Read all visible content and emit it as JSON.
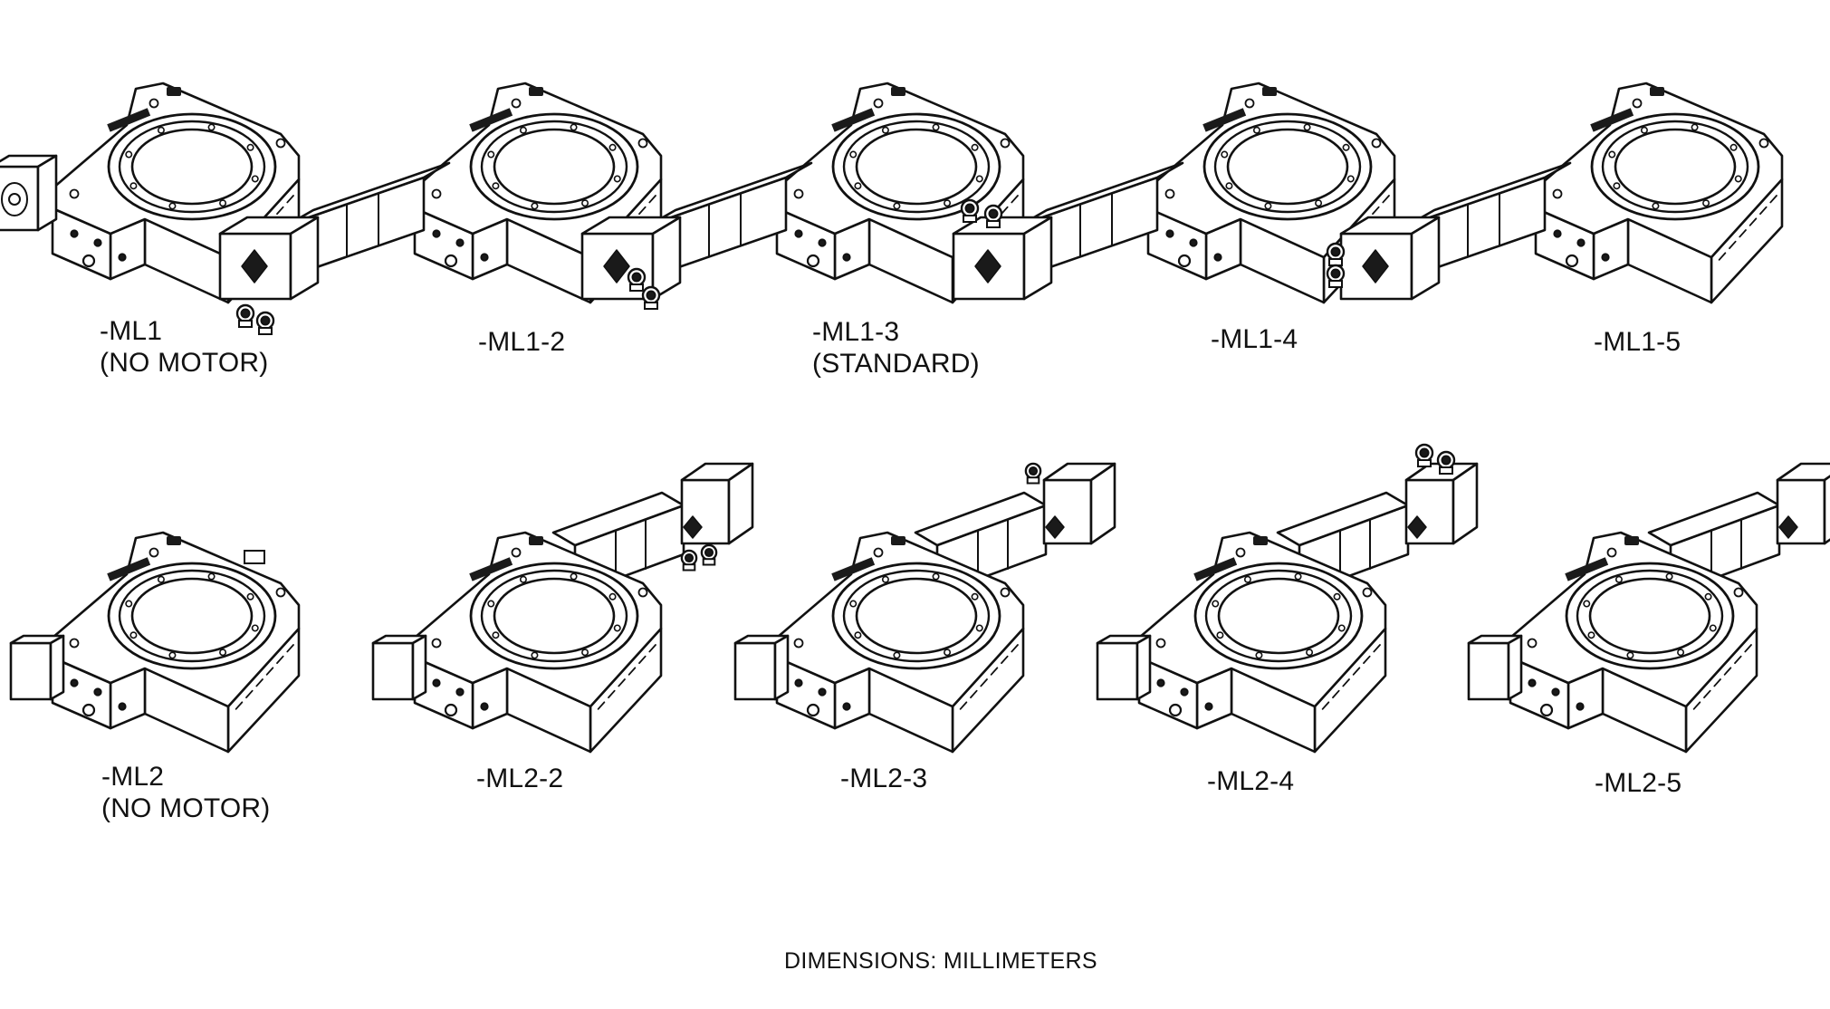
{
  "variants": [
    {
      "id": "ML1",
      "name": "-ML1",
      "note": "(NO MOTOR)",
      "mount": "none",
      "face": "front",
      "connectors": "none"
    },
    {
      "id": "ML1-2",
      "name": "-ML1-2",
      "note": "",
      "mount": "left",
      "face": "front",
      "connectors": "bottom"
    },
    {
      "id": "ML1-3",
      "name": "-ML1-3",
      "note": "(STANDARD)",
      "mount": "left",
      "face": "front",
      "connectors": "side"
    },
    {
      "id": "ML1-4",
      "name": "-ML1-4",
      "note": "",
      "mount": "left",
      "face": "front",
      "connectors": "top"
    },
    {
      "id": "ML1-5",
      "name": "-ML1-5",
      "note": "",
      "mount": "left",
      "face": "front",
      "connectors": "end"
    },
    {
      "id": "ML2",
      "name": "-ML2",
      "note": "(NO MOTOR)",
      "mount": "none",
      "face": "rear",
      "connectors": "none"
    },
    {
      "id": "ML2-2",
      "name": "-ML2-2",
      "note": "",
      "mount": "right",
      "face": "rear",
      "connectors": "bottom"
    },
    {
      "id": "ML2-3",
      "name": "-ML2-3",
      "note": "",
      "mount": "right",
      "face": "rear",
      "connectors": "side"
    },
    {
      "id": "ML2-4",
      "name": "-ML2-4",
      "note": "",
      "mount": "right",
      "face": "rear",
      "connectors": "top"
    },
    {
      "id": "ML2-5",
      "name": "-ML2-5",
      "note": "",
      "mount": "right",
      "face": "rear",
      "connectors": "end"
    }
  ],
  "footer": "DIMENSIONS:  MILLIMETERS",
  "colors": {
    "line": "#111111",
    "paper": "#ffffff",
    "fill": "#ffffff",
    "dark": "#1a1a1a"
  }
}
